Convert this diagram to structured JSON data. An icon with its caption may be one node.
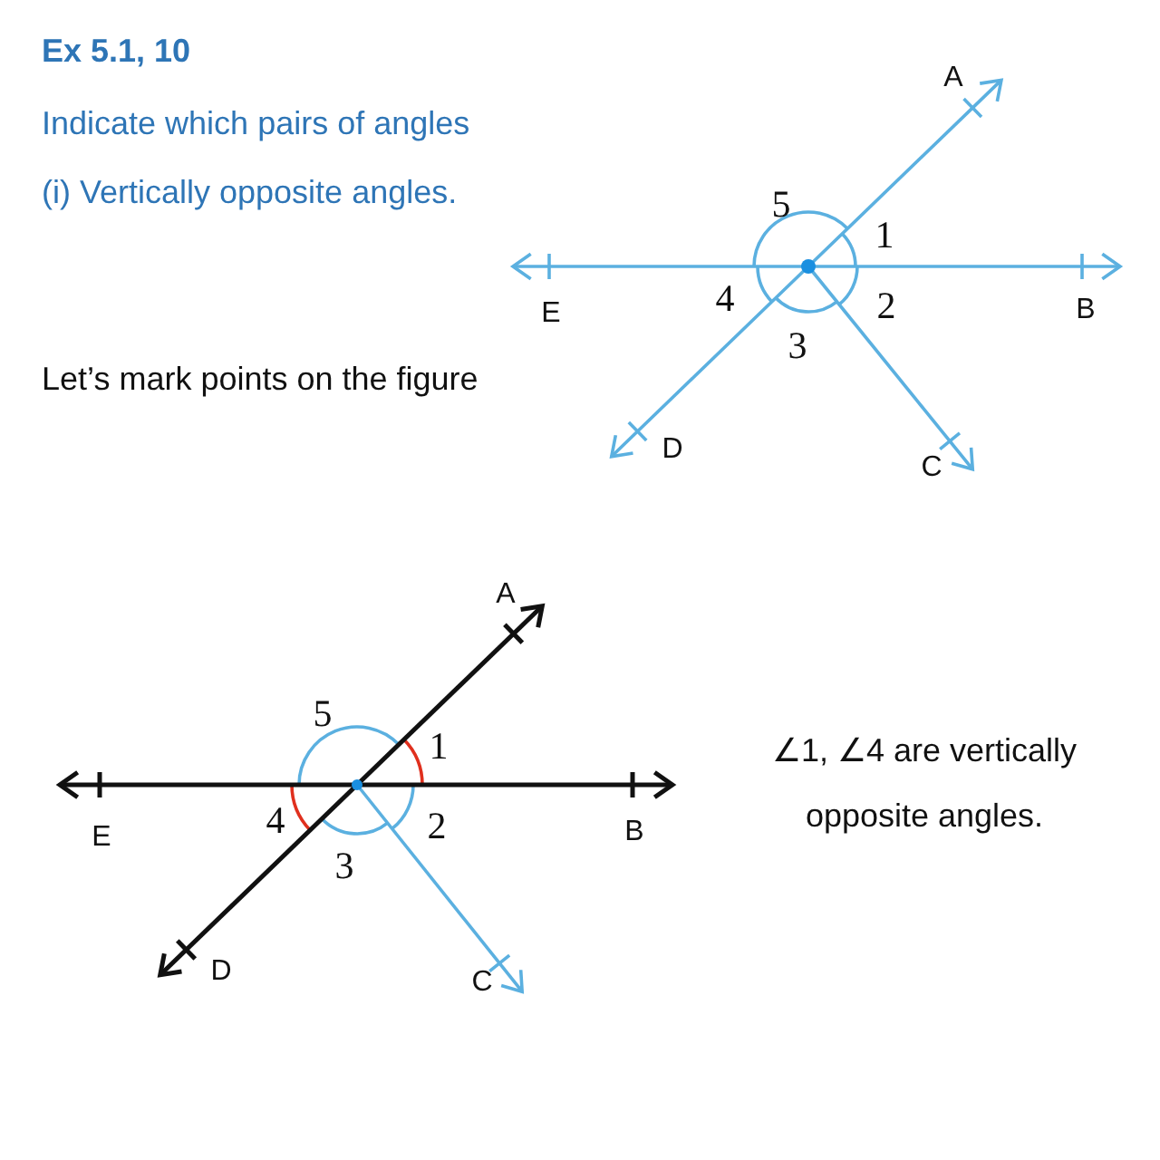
{
  "diagram": {
    "title": "Ex 5.1, 10",
    "labels": [
      "Indicate which pairs of angles",
      "(i) Vertically opposite angles.",
      "A",
      "5",
      "1",
      "E",
      "4",
      "2",
      "B",
      "3",
      "Let’s mark points on the figure",
      "D",
      "C",
      "A",
      "5",
      "1",
      "∠1, ∠4 are vertically opposite angles.",
      "E",
      "4",
      "2",
      "B",
      "3",
      "D",
      "C"
    ]
  }
}
